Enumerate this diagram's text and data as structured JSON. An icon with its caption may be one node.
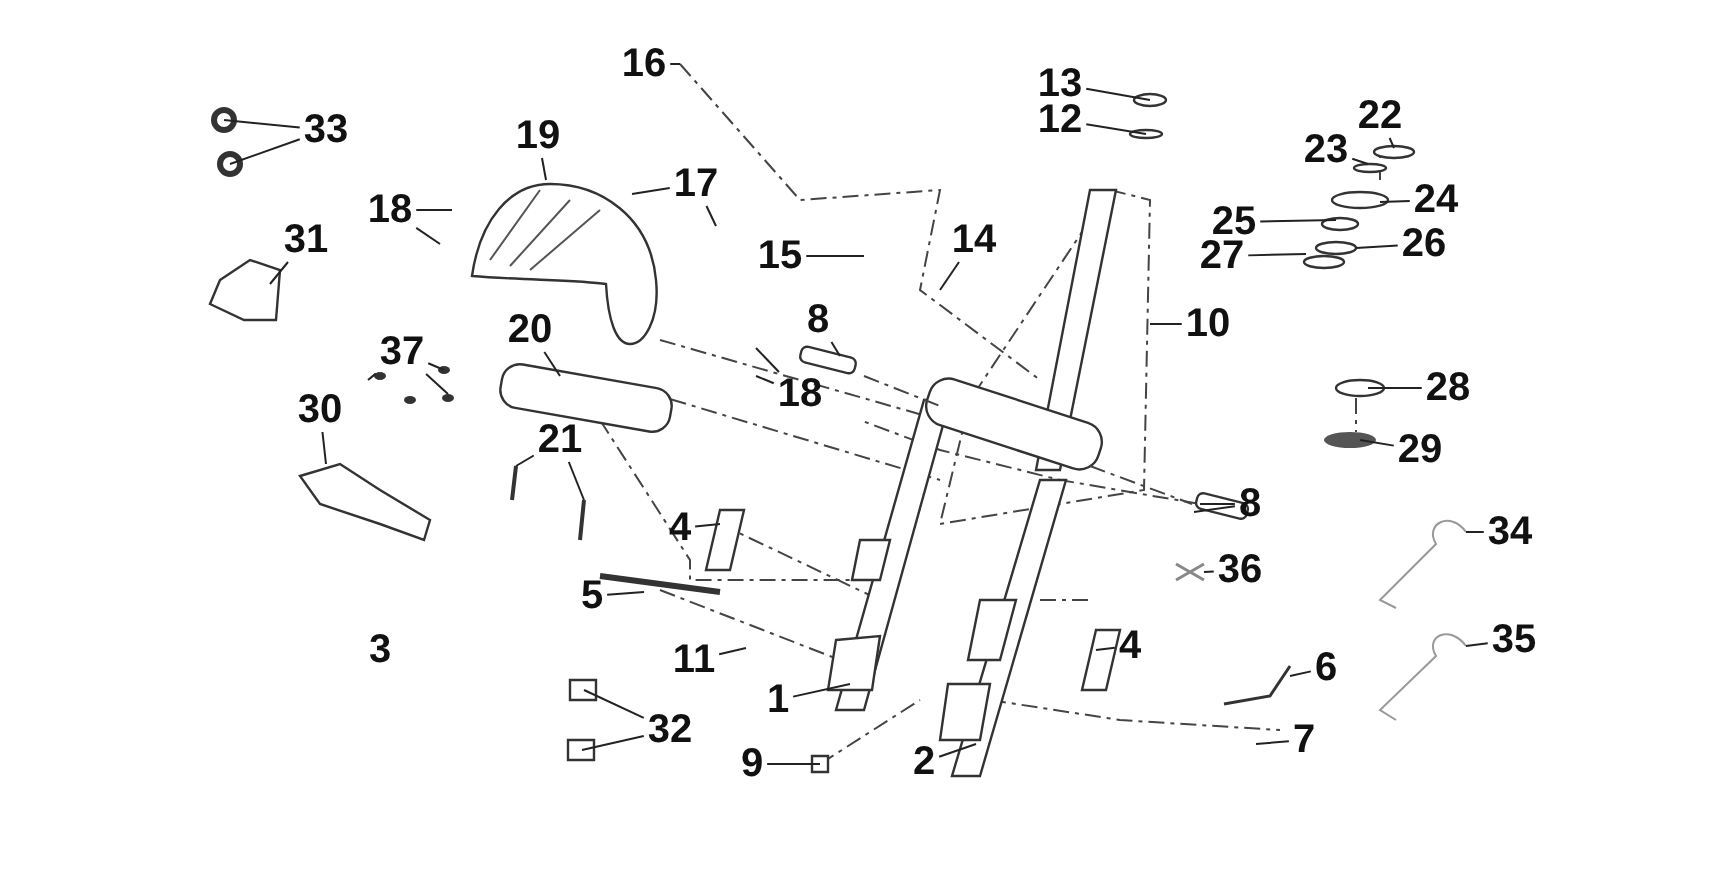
{
  "diagram": {
    "nodes": [
      {
        "text": [
          "16"
        ]
      },
      {
        "text": [
          "13"
        ]
      },
      {
        "text": [
          "33"
        ]
      },
      {
        "text": [
          "22"
        ]
      },
      {
        "text": [
          "19"
        ]
      },
      {
        "text": [
          "12"
        ]
      },
      {
        "text": [
          "23"
        ]
      },
      {
        "text": [
          "17"
        ]
      },
      {
        "text": [
          "18"
        ]
      },
      {
        "text": [
          "24"
        ]
      },
      {
        "text": [
          "14"
        ]
      },
      {
        "text": [
          "31"
        ]
      },
      {
        "text": [
          "15"
        ]
      },
      {
        "text": [
          "25"
        ]
      },
      {
        "text": [
          "26"
        ]
      },
      {
        "text": [
          "27"
        ]
      },
      {
        "text": [
          "8"
        ]
      },
      {
        "text": [
          "10"
        ]
      },
      {
        "text": [
          "37"
        ]
      },
      {
        "text": [
          "20"
        ]
      },
      {
        "text": [
          "18"
        ]
      },
      {
        "text": [
          "28"
        ]
      },
      {
        "text": [
          "30"
        ]
      },
      {
        "text": [
          "21"
        ]
      },
      {
        "text": [
          "29"
        ]
      },
      {
        "text": [
          "4"
        ]
      },
      {
        "text": [
          "8"
        ]
      },
      {
        "text": [
          "34"
        ]
      },
      {
        "text": [
          "36"
        ]
      },
      {
        "text": [
          "5"
        ]
      },
      {
        "text": [
          "4"
        ]
      },
      {
        "text": [
          "35"
        ]
      },
      {
        "text": [
          "11"
        ]
      },
      {
        "text": [
          "6"
        ]
      },
      {
        "text": [
          "1"
        ]
      },
      {
        "text": [
          "32"
        ]
      },
      {
        "text": [
          "7"
        ]
      },
      {
        "text": [
          "9"
        ]
      },
      {
        "text": [
          "2"
        ]
      }
    ],
    "edges": [
      {
        "from": 0,
        "to": null,
        "arrow": "none"
      },
      {
        "from": 1,
        "to": null,
        "arrow": "none"
      },
      {
        "from": 2,
        "to": null,
        "arrow": "none"
      },
      {
        "from": 2,
        "to": null,
        "arrow": "none"
      },
      {
        "from": 3,
        "to": null,
        "arrow": "none"
      },
      {
        "from": 4,
        "to": null,
        "arrow": "none"
      },
      {
        "from": 5,
        "to": null,
        "arrow": "none"
      },
      {
        "from": 6,
        "to": null,
        "arrow": "none"
      },
      {
        "from": 7,
        "to": null,
        "arrow": "none"
      },
      {
        "from": 7,
        "to": null,
        "arrow": "none"
      },
      {
        "from": 8,
        "to": null,
        "arrow": "none"
      },
      {
        "from": 8,
        "to": null,
        "arrow": "none"
      },
      {
        "from": 9,
        "to": null,
        "arrow": "none"
      },
      {
        "from": 10,
        "to": null,
        "arrow": "none"
      },
      {
        "from": 11,
        "to": null,
        "arrow": "none"
      },
      {
        "from": 12,
        "to": null,
        "arrow": "none"
      },
      {
        "from": 13,
        "to": null,
        "arrow": "none"
      },
      {
        "from": 14,
        "to": null,
        "arrow": "none"
      },
      {
        "from": 15,
        "to": null,
        "arrow": "none"
      },
      {
        "from": 16,
        "to": null,
        "arrow": "none"
      },
      {
        "from": 17,
        "to": null,
        "arrow": "none"
      },
      {
        "from": 18,
        "to": null,
        "arrow": "none"
      },
      {
        "from": 18,
        "to": null,
        "arrow": "none"
      },
      {
        "from": 18,
        "to": null,
        "arrow": "none"
      },
      {
        "from": 19,
        "to": null,
        "arrow": "none"
      },
      {
        "from": 20,
        "to": null,
        "arrow": "none"
      },
      {
        "from": 20,
        "to": null,
        "arrow": "none"
      },
      {
        "from": 21,
        "to": null,
        "arrow": "none"
      },
      {
        "from": 22,
        "to": null,
        "arrow": "none"
      },
      {
        "from": 23,
        "to": null,
        "arrow": "none"
      },
      {
        "from": 23,
        "to": null,
        "arrow": "none"
      },
      {
        "from": 24,
        "to": null,
        "arrow": "none"
      },
      {
        "from": 25,
        "to": null,
        "arrow": "none"
      },
      {
        "from": 26,
        "to": null,
        "arrow": "none"
      },
      {
        "from": 26,
        "to": null,
        "arrow": "none"
      },
      {
        "from": 27,
        "to": null,
        "arrow": "none"
      },
      {
        "from": 28,
        "to": null,
        "arrow": "none"
      },
      {
        "from": 29,
        "to": null,
        "arrow": "none"
      },
      {
        "from": 30,
        "to": null,
        "arrow": "none"
      },
      {
        "from": 31,
        "to": null,
        "arrow": "none"
      },
      {
        "from": 32,
        "to": null,
        "arrow": "none"
      },
      {
        "from": 33,
        "to": null,
        "arrow": "none"
      },
      {
        "from": 34,
        "to": null,
        "arrow": "none"
      },
      {
        "from": 35,
        "to": null,
        "arrow": "none"
      },
      {
        "from": 35,
        "to": null,
        "arrow": "none"
      },
      {
        "from": 36,
        "to": null,
        "arrow": "none"
      },
      {
        "from": 37,
        "to": null,
        "arrow": "none"
      },
      {
        "from": 38,
        "to": null,
        "arrow": "none"
      }
    ],
    "labels": [
      "3"
    ]
  }
}
